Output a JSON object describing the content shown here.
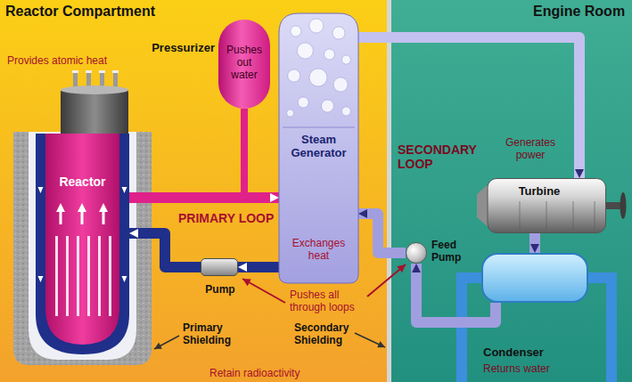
{
  "diagram": {
    "nodes": [
      {
        "text": [
          "Reactor Compartment"
        ]
      },
      {
        "text": [
          "Engine Room"
        ]
      },
      {
        "text": [
          "Provides atomic heat",
          "Reactor"
        ],
        "in": 0
      },
      {
        "text": [
          "Pressurizer",
          "Pushes out water"
        ],
        "in": 0
      },
      {
        "text": [
          "Steam Generator",
          "Exchanges heat"
        ],
        "in": 0
      },
      {
        "text": [
          "Pump"
        ],
        "in": 0
      },
      {
        "text": [
          "Feed Pump"
        ],
        "in": 1
      },
      {
        "text": [
          "Generates power",
          "Turbine"
        ],
        "in": 1
      },
      {
        "text": [
          "Condenser",
          "Returns water"
        ],
        "in": 1
      }
    ],
    "edges": [
      {
        "from": 2,
        "to": 4,
        "arrow": "to"
      },
      {
        "from": 4,
        "to": 5,
        "arrow": "to"
      },
      {
        "from": 5,
        "to": 2,
        "arrow": "to"
      },
      {
        "from": 3,
        "to": 2,
        "arrow": "none"
      },
      {
        "from": 4,
        "to": 7,
        "arrow": "to"
      },
      {
        "from": 7,
        "to": 8,
        "arrow": "to"
      },
      {
        "from": 8,
        "to": 6,
        "arrow": "to"
      },
      {
        "from": 6,
        "to": 4,
        "arrow": "to"
      }
    ],
    "labels": [
      "PRIMARY LOOP",
      "SECONDARY LOOP",
      "Pushes all through loops",
      "Primary Shielding",
      "Secondary Shielding",
      "Retain radioactivity"
    ]
  }
}
